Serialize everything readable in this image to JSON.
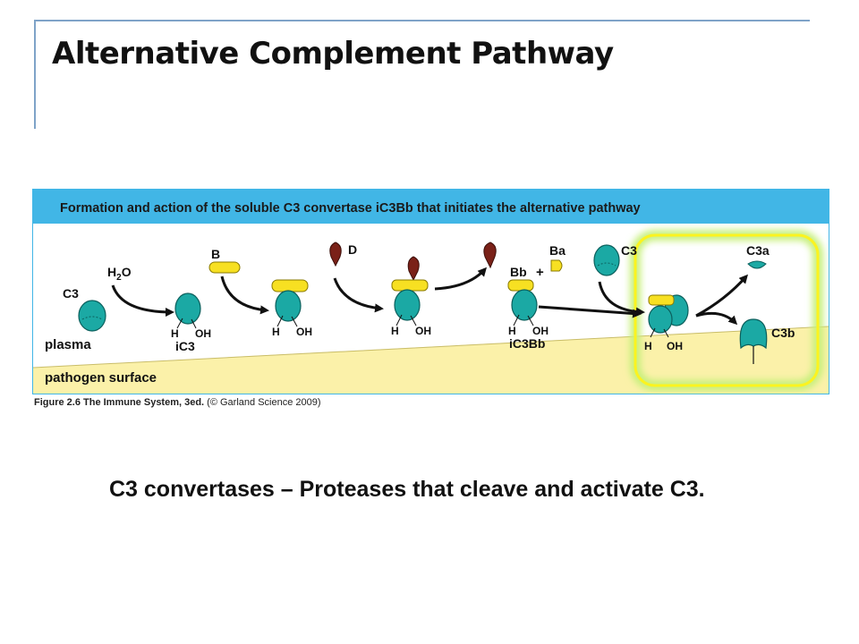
{
  "slide": {
    "title": "Alternative Complement Pathway",
    "body_text": "C3 convertases – Proteases that cleave and activate C3."
  },
  "figure": {
    "header": "Formation and action of the soluble C3 convertase iC3Bb that initiates the alternative pathway",
    "caption_bold": "Figure 2.6 The Immune System, 3ed.",
    "caption_plain": " (© Garland Science 2009)",
    "region_labels": {
      "plasma": "plasma",
      "surface": "pathogen surface"
    },
    "molecules": {
      "c3": "C3",
      "water": "H",
      "water_sub": "2",
      "water_end": "O",
      "b": "B",
      "d": "D",
      "ba": "Ba",
      "bb": "Bb",
      "plus": "+",
      "c3_second": "C3",
      "c3a": "C3a",
      "c3b": "C3b",
      "ic3": "iC3",
      "ic3bb": "iC3Bb",
      "h": "H",
      "oh": "OH"
    },
    "colors": {
      "header_bg": "#41b6e6",
      "plasma_bg": "#ffffff",
      "surface_bg": "#fbf1a9",
      "protein_teal": "#1ba9a4",
      "factor_b_yellow": "#f7e022",
      "factor_d_maroon": "#7a2118",
      "highlight_ring": "#fbf31f",
      "highlight_glow": "#c6f07a",
      "frame_blue": "#7fa3c8"
    }
  }
}
